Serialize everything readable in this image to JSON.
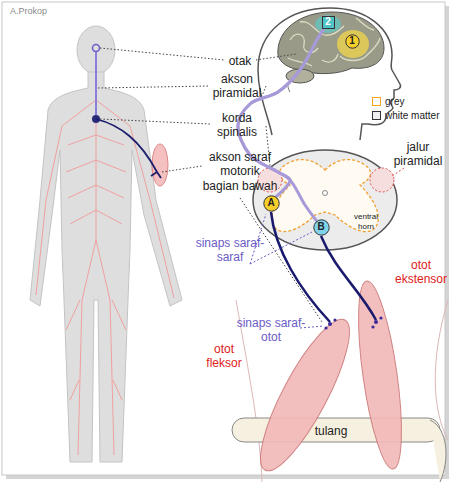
{
  "diagram": {
    "nodes": [
      {
        "text": [
          "2"
        ]
      },
      {
        "text": [
          "1"
        ]
      },
      {
        "text": [
          "A"
        ]
      },
      {
        "text": [
          "B"
        ]
      }
    ],
    "edges": [
      {
        "from": 0,
        "to": 2,
        "arrow": "none"
      },
      {
        "from": 0,
        "to": 3,
        "arrow": "none"
      }
    ],
    "labels": [
      "A.Prokop",
      "otak",
      "akson piramidal",
      "korda spinalis",
      "akson saraf motorik bagian bawah",
      "jalur piramidal",
      "ventral horn",
      "sinaps saraf-saraf",
      "sinaps saraf-otot",
      "otot ekstensor",
      "otot fleksor",
      "tulang"
    ],
    "legend": [
      {
        "text": "grey",
        "color": "#f5a623"
      },
      {
        "text": "white matter",
        "color": "#f0f0f0"
      }
    ]
  }
}
